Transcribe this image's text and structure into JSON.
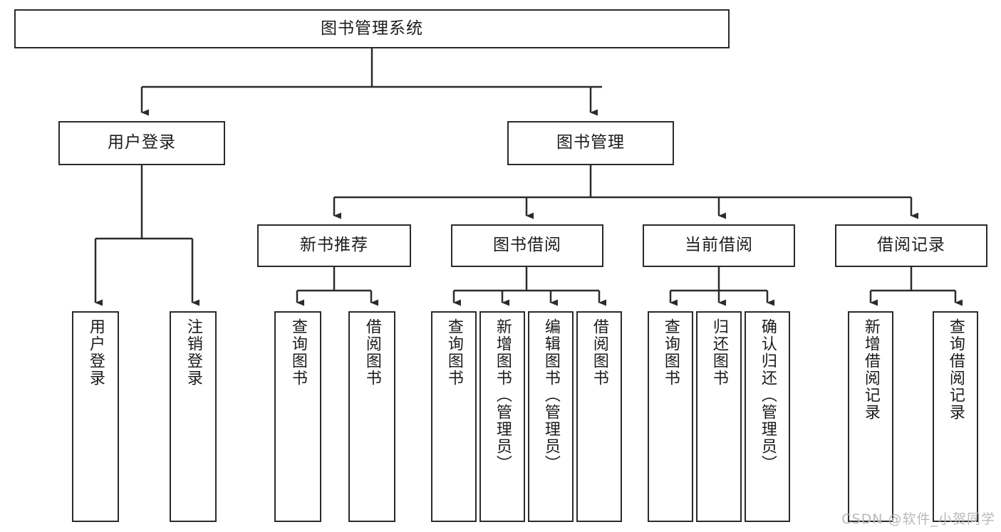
{
  "diagram": {
    "title": "图书管理系统",
    "watermark": "CSDN @软件_小贺同学",
    "colors": {
      "box_border": "#2b2b2b",
      "box_fill": "#ffffff",
      "line": "#2b2b2b",
      "text": "#1b1b1b",
      "watermark": "#b9b9b9",
      "background": "#ffffff"
    },
    "nodes": {
      "root": {
        "label": "图书管理系统"
      },
      "level2": [
        {
          "label": "用户登录"
        },
        {
          "label": "图书管理"
        }
      ],
      "level3": [
        {
          "label": "新书推荐"
        },
        {
          "label": "图书借阅"
        },
        {
          "label": "当前借阅"
        },
        {
          "label": "借阅记录"
        }
      ],
      "leaves": {
        "user_login": [
          {
            "label": "用户登录"
          },
          {
            "label": "注销登录"
          }
        ],
        "new_book_recommend": [
          {
            "label": "查询图书"
          },
          {
            "label": "借阅图书"
          }
        ],
        "book_borrow": [
          {
            "label": "查询图书"
          },
          {
            "label": "新增图书（管理员）"
          },
          {
            "label": "编辑图书（管理员）"
          },
          {
            "label": "借阅图书"
          }
        ],
        "current_borrow": [
          {
            "label": "查询图书"
          },
          {
            "label": "归还图书"
          },
          {
            "label": "确认归还（管理员）"
          }
        ],
        "borrow_record": [
          {
            "label": "新增借阅记录"
          },
          {
            "label": "查询借阅记录"
          }
        ]
      }
    }
  }
}
